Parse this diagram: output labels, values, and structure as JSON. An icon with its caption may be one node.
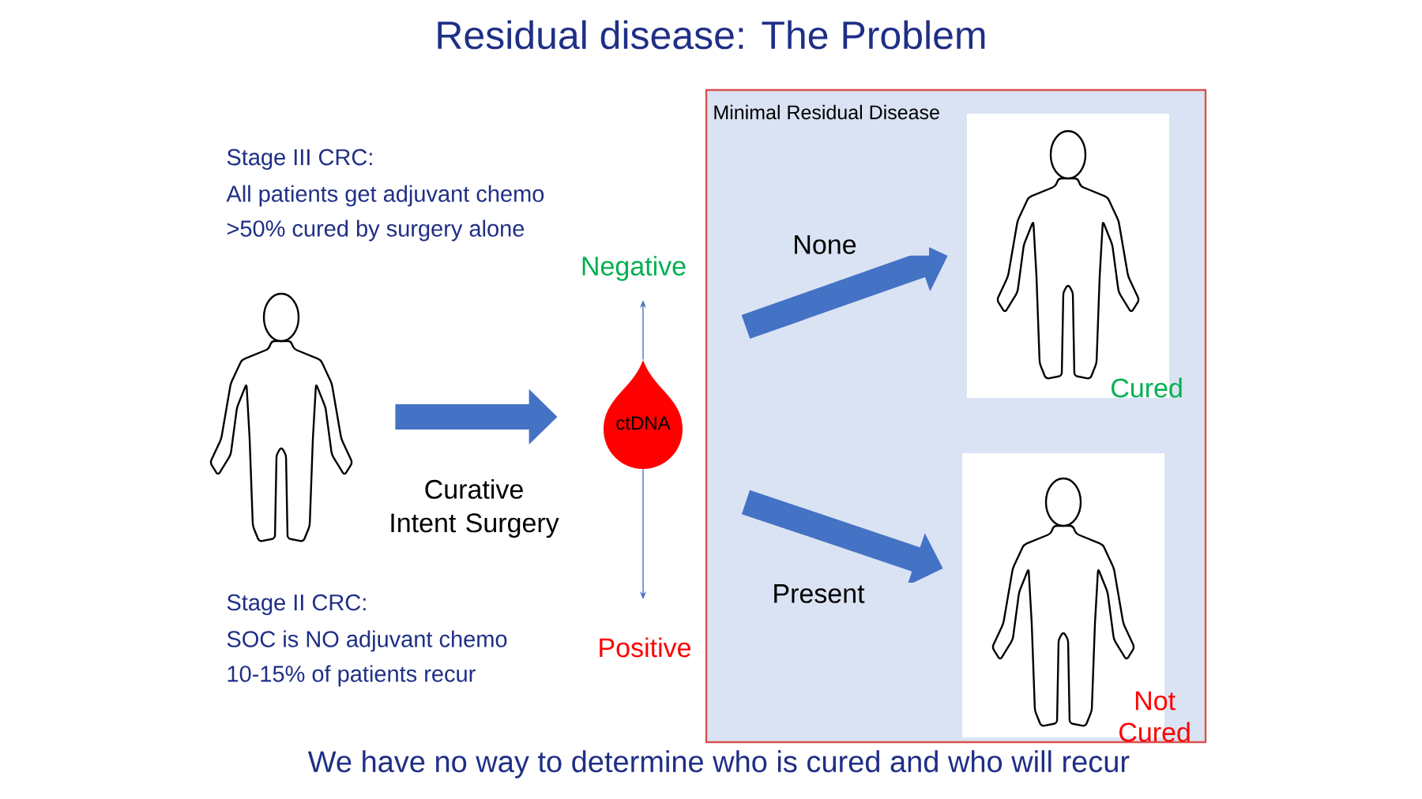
{
  "diagram": {
    "title": "Residual disease: The Problem",
    "caption": "We have no way to determine who is cured and who will recur",
    "nodes": [
      {
        "text": [],
        "shape": "person"
      },
      {
        "text": [
          "ctDNA"
        ]
      },
      {
        "text": [
          "Negative"
        ]
      },
      {
        "text": [
          "Positive"
        ]
      },
      {
        "text": [
          "Minimal Residual Disease"
        ]
      },
      {
        "text": [
          "Cured"
        ],
        "in": 4
      },
      {
        "text": [
          "Not Cured"
        ],
        "in": 4
      }
    ],
    "edges": [
      {
        "from": 0,
        "to": 1,
        "arrow": "to",
        "label": "Curative Intent Surgery"
      },
      {
        "from": 1,
        "to": 2,
        "arrow": "to"
      },
      {
        "from": 1,
        "to": 3,
        "arrow": "to"
      },
      {
        "from": null,
        "to": 5,
        "arrow": "to",
        "label": "None"
      },
      {
        "from": null,
        "to": 6,
        "arrow": "to",
        "label": "Present"
      }
    ],
    "labels": [
      "Stage III CRC:",
      "All patients get adjuvant chemo",
      ">50% cured by surgery alone",
      "Stage II CRC:",
      "SOC is NO adjuvant chemo",
      "10-15% of patients recur"
    ]
  }
}
